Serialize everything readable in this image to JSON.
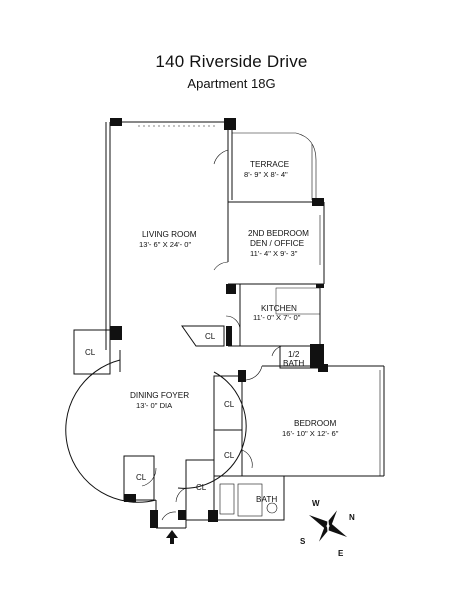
{
  "header": {
    "title": "140 Riverside Drive",
    "subtitle": "Apartment 18G"
  },
  "rooms": {
    "terrace": {
      "name": "TERRACE",
      "dim": "8'- 9\" X 8'- 4\""
    },
    "living": {
      "name": "LIVING ROOM",
      "dim": "13'- 6\" X 24'- 0\""
    },
    "bedroom2": {
      "name1": "2ND BEDROOM",
      "name2": "DEN / OFFICE",
      "dim": "11'- 4\" X 9'- 3\""
    },
    "kitchen": {
      "name": "KITCHEN",
      "dim": "11'- 0\" X 7'- 0\""
    },
    "halfbath": {
      "name1": "1/2",
      "name2": "BATH"
    },
    "dining": {
      "name": "DINING FOYER",
      "dim": "13'- 0\" DIA"
    },
    "bedroom": {
      "name": "BEDROOM",
      "dim": "16'- 10\" X 12'- 6\""
    },
    "bath": {
      "name": "BATH"
    }
  },
  "closets": {
    "label": "CL"
  },
  "compass": {
    "n": "N",
    "s": "S",
    "e": "E",
    "w": "W"
  }
}
